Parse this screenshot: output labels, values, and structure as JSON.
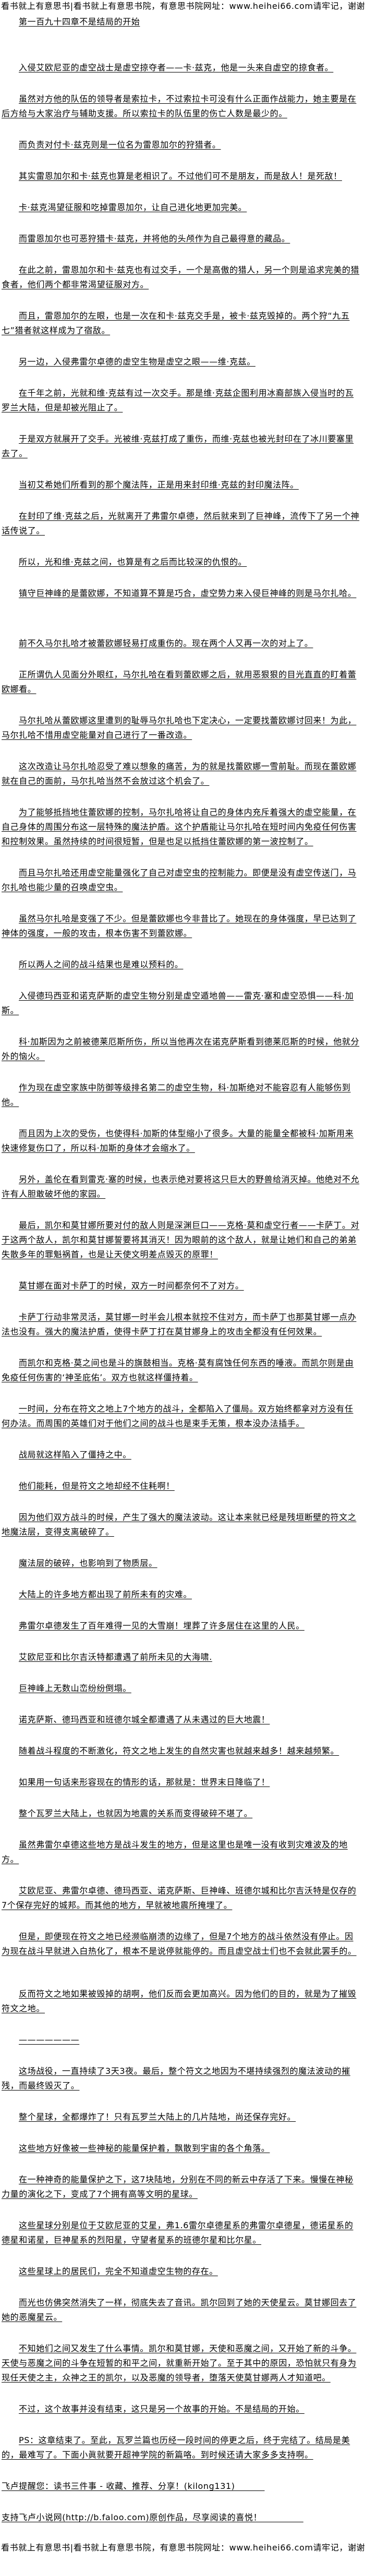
{
  "site_banner": "看书就上有意思书|看书就上有意思书院，有意思书院网址：www.heihei66.com请牢记，谢谢",
  "chapter_title": "第一百九十四章不是结局的开始",
  "paragraphs": [
    "入侵艾欧尼亚的虚空战士是虚空掠夺者——卡·兹克，他是一头来自虚空的掠食者。",
    "虽然对方他的队伍的领导者是索拉卡，不过索拉卡可没有什么正面作战能力，她主要是在后方给与大家治疗与辅助支援。所以索拉卡的队伍里的伤亡人数是最少的。",
    "而负责对付卡·兹克则是一位名为雷恩加尔的狩猎者。",
    "其实雷恩加尔和卡·兹克也算是老相识了。不过他们可不是朋友，而是敌人！是死敌！",
    "卡·兹克渴望征服和吃掉雷恩加尔，让自己进化地更加完美。",
    "而雷恩加尔也可恶狩猎卡·兹克，并将他的头颅作为自己最得意的藏品。",
    "在此之前，雷恩加尔和卡·兹克也有过交手，一个是高傲的猎人，另一个则是追求完美的猎食者，他们两个都非常渴望征服对方。",
    "而且，雷恩加尔的左眼，也是一次在和卡·兹克交手是，被卡·兹克毁掉的。两个狩“九五七”猎者就这样成为了宿敌。",
    "另一边，入侵弗雷尔卓德的虚空生物是虚空之眼——维·克兹。",
    "在千年之前，光就和维·克兹有过一次交手。那是维·克兹企图利用冰裔部族入侵当时的瓦罗兰大陆，但是却被光阻止了。",
    "于是双方就展开了交手。光被维·克兹打成了重伤，而维·克兹也被光封印在了冰川要塞里去了。",
    "当初艾希她们所看到的那个魔法阵，正是用来封印维·克兹的封印魔法阵。",
    "在封印了维·克兹之后，光就离开了弗雷尔卓德，然后就来到了巨神峰，流传下了另一个神话传说了。",
    "所以，光和维·克兹之间，也算是有之后而比较深的仇恨的。",
    "镇守巨神峰的是蕾欧娜，不知道算不算是巧合，虚空势力来入侵巨神峰的则是马尔扎哈。",
    "前不久马尔扎哈才被蕾欧娜轻易打成重伤的。现在两个人又再一次的对上了。",
    "正所谓仇人见面分外眼红，马尔扎哈在看到蕾欧娜之后，就用恶狠狠的目光直直的盯着蕾欧娜看。",
    "马尔扎哈从蕾欧娜这里遭到的耻辱马尔扎哈也下定决心，一定要找蕾欧娜讨回来！为此，马尔扎哈不惜用虚空能量对自己进行了一番改造。",
    "这次改造让马尔扎哈忍受了难以想象的痛苦，为的就是找蕾欧娜一雪前耻。而现在蕾欧娜就在自己的面前，马尔扎哈当然不会放过这个机会了。",
    "为了能够抵挡地住蕾欧娜的控制，马尔扎哈将让自己的身体内充斥着强大的虚空能量，在自己身体的周围分布这一层特殊的魔法护盾。这个护盾能让马尔扎哈在短时间内免疫任何伤害和控制效果。虽然持续的时间很短暂，但是也足以抵挡住蕾欧娜的第一波控制了。",
    "而且马尔扎哈还用虚空能量强化了自己对虚空虫的控制能力。即便是没有虚空传送门，马尔扎哈也能少量的召唤虚空虫。",
    "虽然马尔扎哈是变强了不少。但是蕾欧娜也今非昔比了。她现在的身体强度，早已达到了神体的强度，一般的攻击，根本伤害不到蕾欧娜。",
    "所以两人之间的战斗结果也是难以预料的。",
    "入侵德玛西亚和诺克萨斯的虚空生物分别是虚空遁地兽——雷克·塞和虚空恐惧——科·加斯。",
    "科·加斯因为之前被德莱厄斯所伤，所以当他再次在诺克萨斯看到德莱厄斯的时候，他就分外的恼火。",
    "作为现在虚空家族中防御等级排名第二的虚空生物，科·加斯绝对不能容忍有人能够伤到他。",
    "而且因为上次的受伤，也使得科·加斯的体型缩小了很多。大量的能量全都被科·加斯用来快速修复伤口了，所以科·加斯的身体才会缩水了。",
    "另外，盖伦在看到雷克·塞的时候，也表示绝对要将这只巨大的野兽给消灭掉。他绝对不允许有人胆敢破坏他的家园。",
    "最后，凯尔和莫甘娜所要对付的敌人则是深渊巨口——克格·莫和虚空行者——卡萨丁。对于这两个敌人，凯尔和莫甘娜誓要将其消灭！因为眼前的这个敌人，就是让她们和自己的弟弟失散多年的罪魁祸首，也是让天使文明差点毁灭的原罪！",
    "莫甘娜在面对卡萨丁的时候，双方一时间都奈何不了对方。",
    "卡萨丁行动非常灵活，莫甘娜一时半会儿根本就控不住对方，而卡萨丁也那莫甘娜一点办法也没有。强大的魔法护盾，使得卡萨丁打在莫甘娜身上的攻击全都没有任何效果。",
    "而凯尔和克格·莫之间也是斗的旗鼓相当。克格·莫有腐蚀任何东西的唾液。而凯尔则是由免疫任何伤害的‘神圣庇佑’。双方也就这样僵持着。",
    "一时间，分布在符文之地上7个地方的战斗，全都陷入了僵局。双方始终都拿对方没有任何办法。而周围的英雄们对于他们之间的战斗也是束手无策，根本没办法插手。",
    "战局就这样陷入了僵持之中。",
    "他们能耗，但是符文之地却经不住耗啊！",
    "因为他们双方战斗的时候，产生了强大的魔法波动。这让本来就已经是残垣断壁的符文之地魔法层，变得支离破碎了。",
    "魔法层的破碎，也影响到了物质层。",
    "大陆上的许多地方都出现了前所未有的灾难。",
    "弗雷尔卓德发生了百年难得一见的大雪崩！埋葬了许多居住在这里的人民。",
    "艾欧尼亚和比尔吉沃特都遭遇了前所未见的大海啸.",
    "巨神峰上无数山峦纷纷倒塌。",
    "诺克萨斯、德玛西亚和班德尔城全都遭遇了从未遇过的巨大地震！",
    "随着战斗程度的不断激化，符文之地上发生的自然灾害也就越来越多！越来越频繁。",
    "如果用一句话来形容现在的情形的话，那就是：世界末日降临了！",
    "整个瓦罗兰大陆上，也就因为地震的关系而变得破碎不堪了。",
    "虽然弗雷尔卓德这些地方是战斗发生的地方，但是这里也是唯一没有收到灾难波及的地方。",
    "艾欧尼亚、弗雷尔卓德、德玛西亚、诺克萨斯、巨神峰、班德尔城和比尔吉沃特是仅存的7个保存完好的城邦。而其他的地方，早就被地震所掩埋了。",
    "但是，即便现在符文之地已经濒临崩溃的边缘了，但是7个地方的战斗依然没有停止。因为现在战斗早就进入白热化了，根本不是说停就能停的。而且虚空战士们也不会就此罢手的。",
    "反而符文之地如果被毁掉的胡啊，他们反而会更加高兴。因为他们的目的，就是为了摧毁符文之地。",
    "———————",
    "这场战役，一直持续了3天3夜。最后，整个符文之地因为不堪持续强烈的魔法波动的摧残，而最终毁灭了。",
    "整个星球，全都爆炸了！只有瓦罗兰大陆上的几片陆地，尚还保存完好。",
    "这些地方好像被一些神秘的能量保护着，飘散到宇宙的各个角落。",
    "在一种神奇的能量保护之下，这7块陆地，分别在不同的新云中存活了下来。慢慢在神秘力量的演化之下，变成了7个拥有高等文明的星球。",
    "这些星球分别是位于艾欧尼亚的艾星，弗1.6雷尔卓德星系的弗雷尔卓德星，德诺星系的德星和诺星，巨神星系的烈阳星，守望者星系的班德尔星和比尔星。",
    "这些星球上的居民们，完全不知道虚空生物的存在。",
    "而光也仿佛突然消失了一样，彻底失去了音讯。凯尔回到了她的天使星云。莫甘娜回去了她的恶魔星云。",
    "不知她们之间又发生了什么事情。凯尔和莫甘娜，天使和恶魔之间，又开始了新的斗争。天使与恶魔之间的斗争在短暂的和平之间，就重新开始了。至于其中的原因，恐怕就只有身为现任天使之主，众神之王的凯尔，以及恶魔的领导者，堕落天使莫甘娜两人才知道吧。",
    "不过，这个故事并没有结束，这只是另一个故事的开始。不是结局的开始。",
    "PS：这章结束了。至此，瓦罗兰篇也历经一段时间的停更之后，终于完结了。结局是美的，最难写了。下面小眞就要开超神学院的新篇咯。到时候还请大家多多支持啊。"
  ],
  "notes": [
    "飞卢提醒您：读书三件事 - 收藏、推荐、分享！(kilong131)          ",
    "支持飞卢小说网(http://b.faloo.com)原创作品，尽享阅读的喜悦！              "
  ]
}
